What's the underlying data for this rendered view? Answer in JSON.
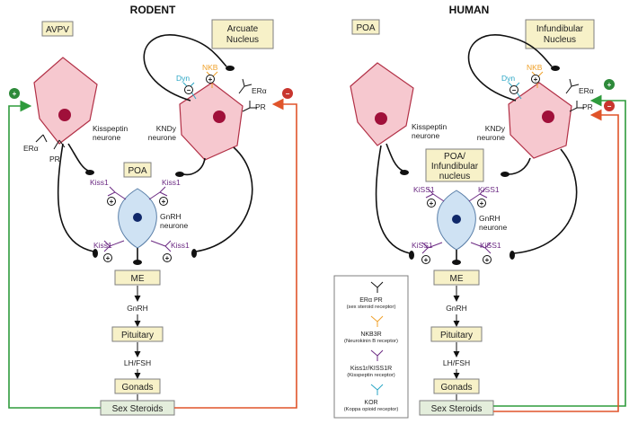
{
  "colors": {
    "box_fill": "#f7f1c8",
    "box_stroke": "#7f7f7f",
    "pink_fill": "#f6c8cf",
    "pink_stroke": "#b23046",
    "nucleus": "#a0103a",
    "gnrh_fill": "#cfe2f3",
    "gnrh_nucleus": "#10286a",
    "kiss": "#6b2a83",
    "dyn": "#2aa6c5",
    "nkb": "#f0a12a",
    "green": "#2e9b3c",
    "red": "#e0542a",
    "plus_circle": "#2e8a3a",
    "minus_circle": "#c8352e"
  },
  "rodent": {
    "title": "RODENT",
    "avpv_label": "AVPV",
    "arcuate_label_line1": "Arcuate",
    "arcuate_label_line2": "Nucleus",
    "kiss_neurone_line1": "Kisspeptin",
    "kiss_neurone_line2": "neurone",
    "kndy_line1": "KNDy",
    "kndy_line2": "neurone",
    "era": "ERα",
    "pr": "PR",
    "era2": "ERα",
    "pr2": "PR",
    "dyn": "Dyn",
    "nkb": "NKB",
    "poa_label": "POA",
    "gnrh_line1": "GnRH",
    "gnrh_line2": "neurone",
    "kiss1_tl": "Kiss1",
    "kiss1_tr": "Kiss1",
    "kiss1_bl": "Kiss1",
    "kiss1_br": "Kiss1",
    "me": "ME",
    "gnrh": "GnRH",
    "pituitary": "Pituitary",
    "lhfsh": "LH/FSH",
    "gonads": "Gonads",
    "sex_steroids": "Sex Steroids"
  },
  "human": {
    "title": "HUMAN",
    "poa_label": "POA",
    "infund_line1": "Infundibular",
    "infund_line2": "Nucleus",
    "kiss_neurone_line1": "Kisspeptin",
    "kiss_neurone_line2": "neurone",
    "kndy_line1": "KNDy",
    "kndy_line2": "neurone",
    "era": "ERα",
    "pr": "PR",
    "dyn": "Dyn",
    "nkb": "NKB",
    "poa_inf_line1": "POA/",
    "poa_inf_line2": "Infundibular",
    "poa_inf_line3": "nucleus",
    "gnrh_line1": "GnRH",
    "gnrh_line2": "neurone",
    "kiss1_tl": "KiSS1",
    "kiss1_tr": "KiSS1",
    "kiss1_bl": "KiSS1",
    "kiss1_br": "KiSS1",
    "me": "ME",
    "gnrh": "GnRH",
    "pituitary": "Pituitary",
    "lhfsh": "LH/FSH",
    "gonads": "Gonads",
    "sex_steroids": "Sex Steroids"
  },
  "legend": {
    "item1_line1": "ERα PR",
    "item1_line2": "(sex steroid receptor)",
    "item2_line1": "NKB3R",
    "item2_line2": "(Neurokinin B receptor)",
    "item3_line1": "Kiss1r/KISS1R",
    "item3_line2": "(Kisspeptin receptor)",
    "item4_line1": "KOR",
    "item4_line2": "(Koppa opioid receptor)"
  },
  "signs": {
    "plus": "+",
    "minus": "−"
  }
}
